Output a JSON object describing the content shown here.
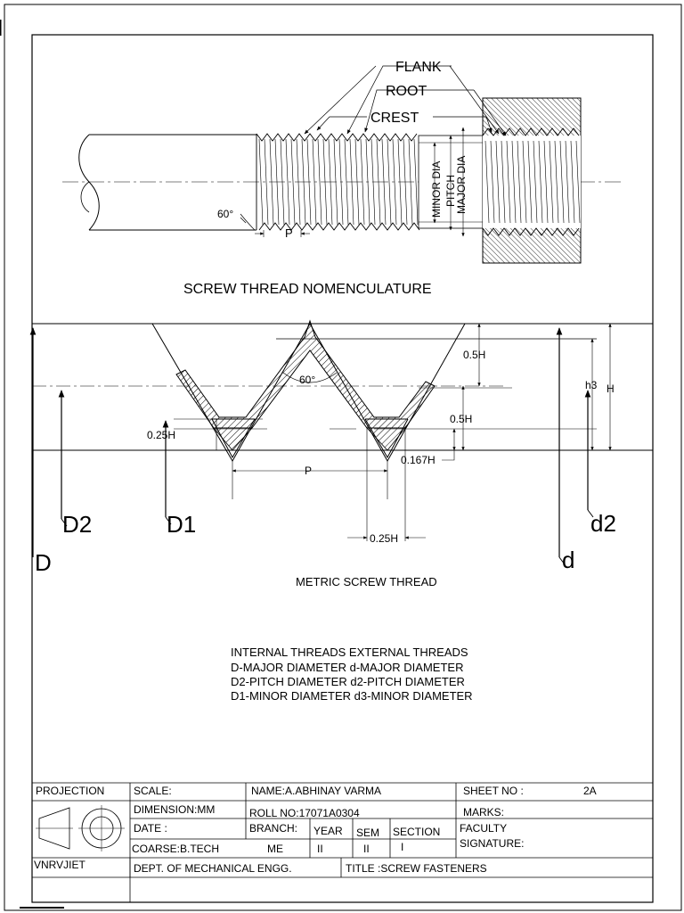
{
  "nomenclature": {
    "labels": {
      "flank": "FLANK",
      "root": "ROOT",
      "crest": "CREST",
      "minor_dia": "MINOR DIA",
      "pitch": "PITCH",
      "major_dia": "MAJOR DIA",
      "angle": "60°",
      "p": "P"
    },
    "title": "SCREW THREAD NOMENCULATURE"
  },
  "metric": {
    "labels": {
      "h_half_top": "0.5H",
      "h3": "h3",
      "h": "H",
      "angle": "60°",
      "h_half_mid": "0.5H",
      "quarter_h_left": "0.25H",
      "h_0167": "0.167H",
      "p": "P",
      "quarter_h_bottom": "0.25H",
      "D2": "D2",
      "D1": "D1",
      "d2": "d2",
      "D": "D",
      "d": "d"
    },
    "title": "METRIC SCREW THREAD"
  },
  "legend": {
    "lines": [
      "INTERNAL THREADS  EXTERNAL THREADS",
      "D-MAJOR DIAMETER    d-MAJOR DIAMETER",
      "D2-PITCH DIAMETER    d2-PITCH DIAMETER",
      "D1-MINOR DIAMETER d3-MINOR DIAMETER"
    ]
  },
  "title_block": {
    "projection": "PROJECTION",
    "scale": "SCALE:",
    "name": "NAME:A.ABHINAY VARMA",
    "sheet_no": "SHEET NO :",
    "sheet_value": "2A",
    "dimension": "DIMENSION:MM",
    "roll_no": "ROLL NO:17071A0304",
    "marks": "MARKS:",
    "date": "DATE :",
    "branch": "BRANCH:",
    "branch_value": "ME",
    "year": "YEAR",
    "year_value": "II",
    "sem": "SEM",
    "sem_value": "II",
    "section": "SECTION",
    "section_value": "I",
    "faculty": "FACULTY",
    "signature": "SIGNATURE:",
    "coarse": "COARSE:B.TECH",
    "college": "VNRVJIET",
    "dept": "DEPT. OF MECHANICAL ENGG.",
    "title": "TITLE :SCREW FASTENERS"
  }
}
